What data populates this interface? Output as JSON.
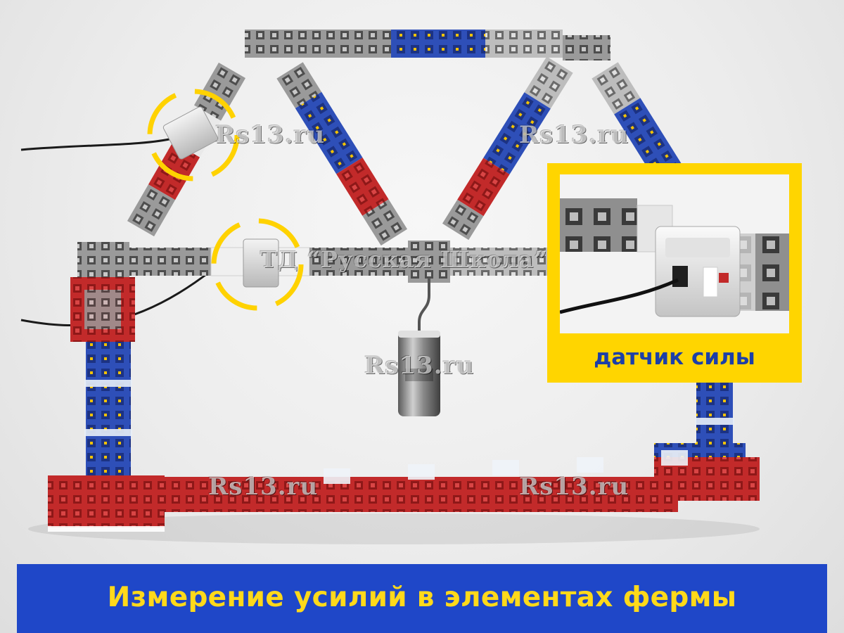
{
  "photo": {
    "watermark_site": "Rs13.ru",
    "watermark_company": "ТД “Русская Школа”"
  },
  "callout": {
    "label": "датчик силы",
    "frame_color": "#ffd500",
    "label_color": "#1c3fa8"
  },
  "caption": {
    "text": "Измерение усилий в элементах фермы",
    "background_color": "#1f47c8",
    "text_color": "#ffd91a"
  },
  "palette": {
    "blue_parts": "#2e4fb8",
    "red_parts": "#c22a2a",
    "grey_parts": "#8c8c8c",
    "highlight_rings": "#ffd200"
  }
}
